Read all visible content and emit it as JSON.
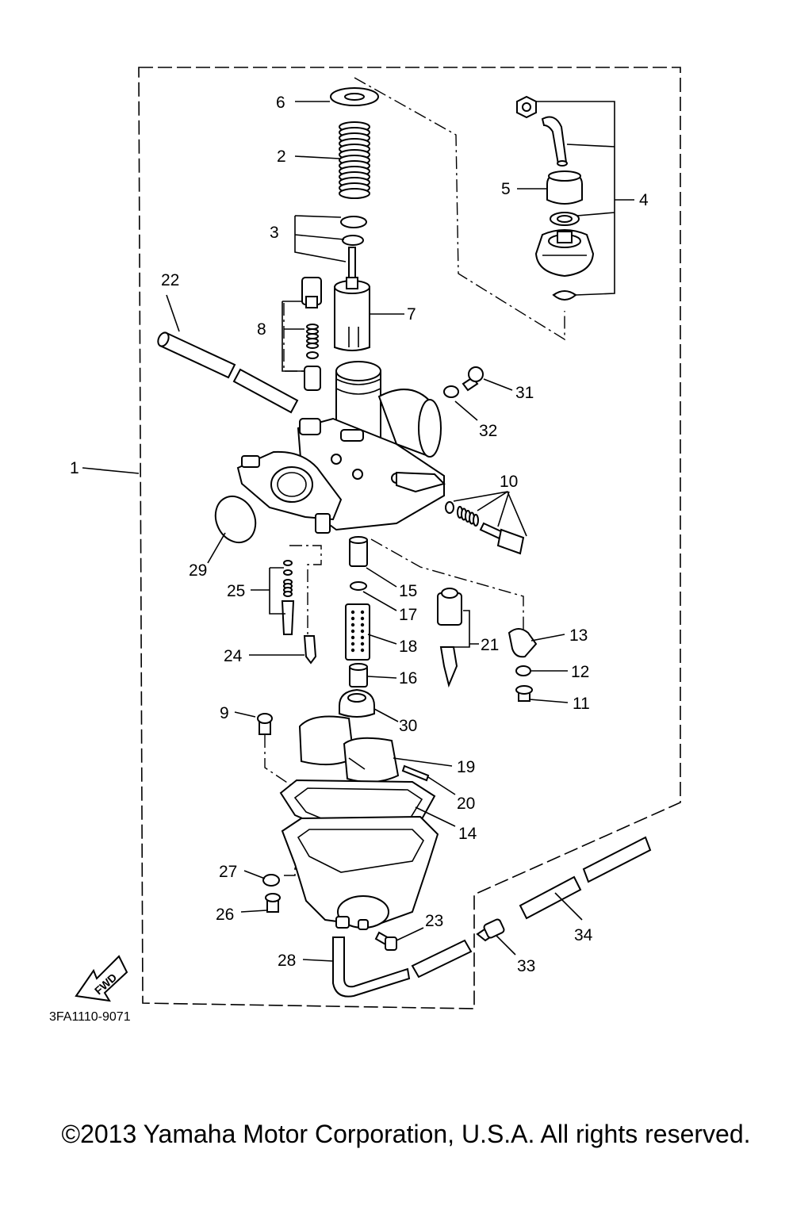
{
  "callouts": {
    "c1": "1",
    "c2": "2",
    "c3": "3",
    "c4": "4",
    "c5": "5",
    "c6": "6",
    "c7": "7",
    "c8": "8",
    "c9": "9",
    "c10": "10",
    "c11": "11",
    "c12": "12",
    "c13": "13",
    "c14": "14",
    "c15": "15",
    "c16": "16",
    "c17": "17",
    "c18": "18",
    "c19": "19",
    "c20": "20",
    "c21": "21",
    "c22": "22",
    "c23": "23",
    "c24": "24",
    "c25": "25",
    "c26": "26",
    "c27": "27",
    "c28": "28",
    "c29": "29",
    "c30": "30",
    "c31": "31",
    "c32": "32",
    "c33": "33",
    "c34": "34"
  },
  "fwd_label": "FWD",
  "diagram_code": "3FA1110-9071",
  "copyright": "©2013 Yamaha Motor Corporation, U.S.A. All rights reserved."
}
